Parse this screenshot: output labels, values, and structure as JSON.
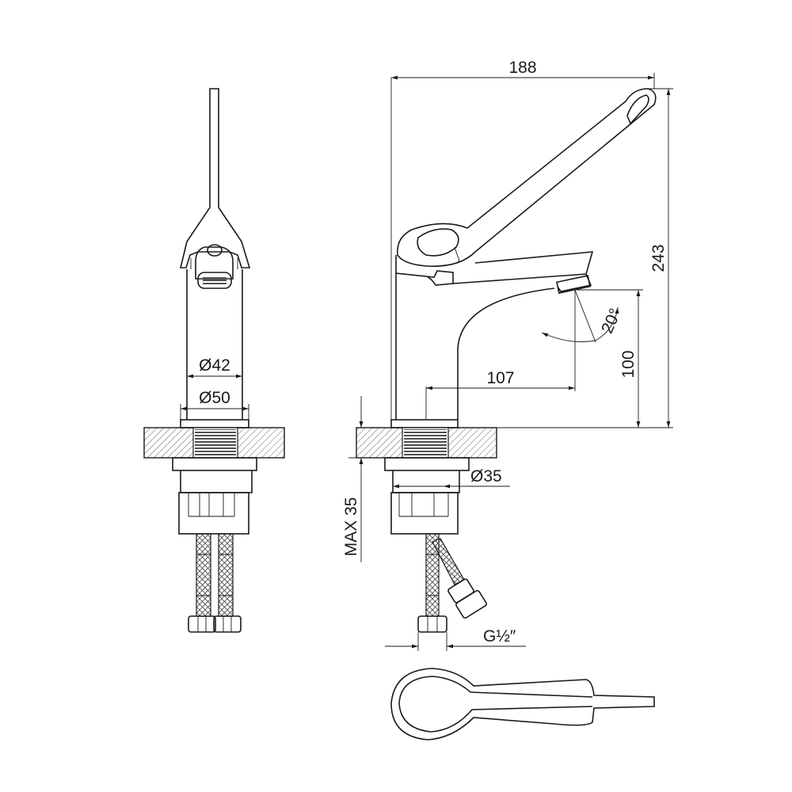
{
  "dimensions": {
    "width_overall": "188",
    "height_overall": "243",
    "spout_height": "100",
    "spout_reach": "107",
    "angle": "20°",
    "dia_body_upper": "Ø42",
    "dia_body_base": "Ø50",
    "dia_mount": "Ø35",
    "max_thickness": "MAX 35",
    "thread": "G½″"
  },
  "colors": {
    "line": "#1a1a1a",
    "hatch": "#555555",
    "background": "#ffffff"
  }
}
